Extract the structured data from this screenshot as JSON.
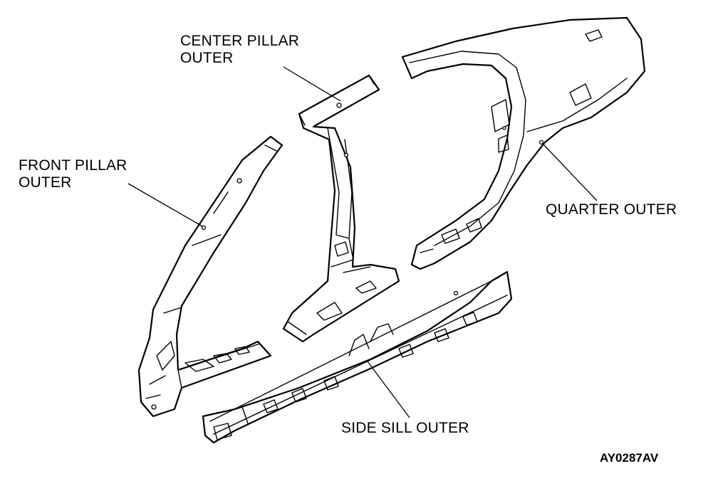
{
  "labels": {
    "center_pillar": [
      "CENTER PILLAR",
      "OUTER"
    ],
    "front_pillar": [
      "FRONT PILLAR",
      "OUTER"
    ],
    "quarter": "QUARTER OUTER",
    "side_sill": "SIDE SILL OUTER"
  },
  "figure_code": "AY0287AV",
  "colors": {
    "ink": "#000000",
    "paper": "#ffffff"
  }
}
